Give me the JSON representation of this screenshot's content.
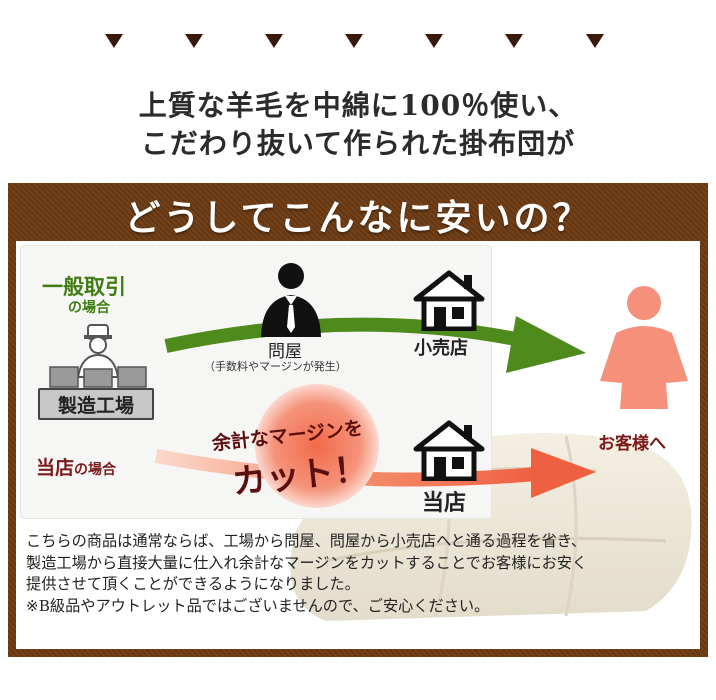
{
  "header": {
    "line1": "上質な羊毛を中綿に100％使い、",
    "line2": "こだわり抜いて作られた掛布団が"
  },
  "panel": {
    "title": "どうしてこんなに安いの？"
  },
  "diagram": {
    "general_line1": "一般取引",
    "general_line2": "の場合",
    "wholesaler": "問屋",
    "wholesaler_note": "（手数料やマージンが発生）",
    "retailer": "小売店",
    "factory": "製造工場",
    "ourstore_label_main": "当店",
    "ourstore_label_suffix": "の場合",
    "cut_line1": "余計なマージンを",
    "cut_line2": "カット！",
    "our_store": "当店",
    "customer": "お客様へ"
  },
  "description": {
    "lines": [
      "こちらの商品は通常ならば、工場から問屋、問屋から小売店へと通る過程を省き、",
      "製造工場から直接大量に仕入れ余計なマージンをカットすることでお客様にお安く",
      "提供させて頂くことができるようになりました。",
      "※B級品やアウトレット品ではございませんので、ご安心ください。"
    ]
  },
  "colors": {
    "brown_panel": "#6b3a12",
    "green_arrow": "#4f8a1c",
    "orange_arrow": "#f06a45",
    "customer_pink": "#f5907a",
    "dark_red_text": "#7a1a1a"
  },
  "icons": [
    "down-triangle-icon",
    "businessman-icon",
    "house-icon",
    "factory-worker-icon",
    "customer-woman-icon"
  ]
}
